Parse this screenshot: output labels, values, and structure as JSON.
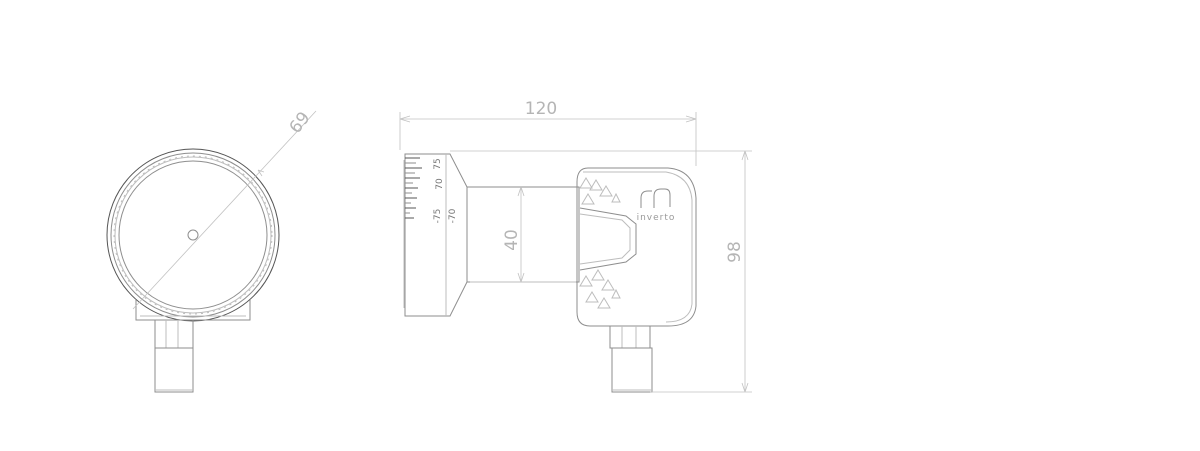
{
  "dimensions": {
    "diameter": "69",
    "length": "120",
    "neck_diameter": "40",
    "height": "98"
  },
  "scale_marks": [
    "75",
    "70",
    "-75",
    "-70"
  ],
  "brand": "inverto",
  "colors": {
    "line": "#8e8e8e",
    "dimension": "#c2c2c2",
    "dimension_text": "#b5b5b5",
    "background": "#ffffff"
  }
}
